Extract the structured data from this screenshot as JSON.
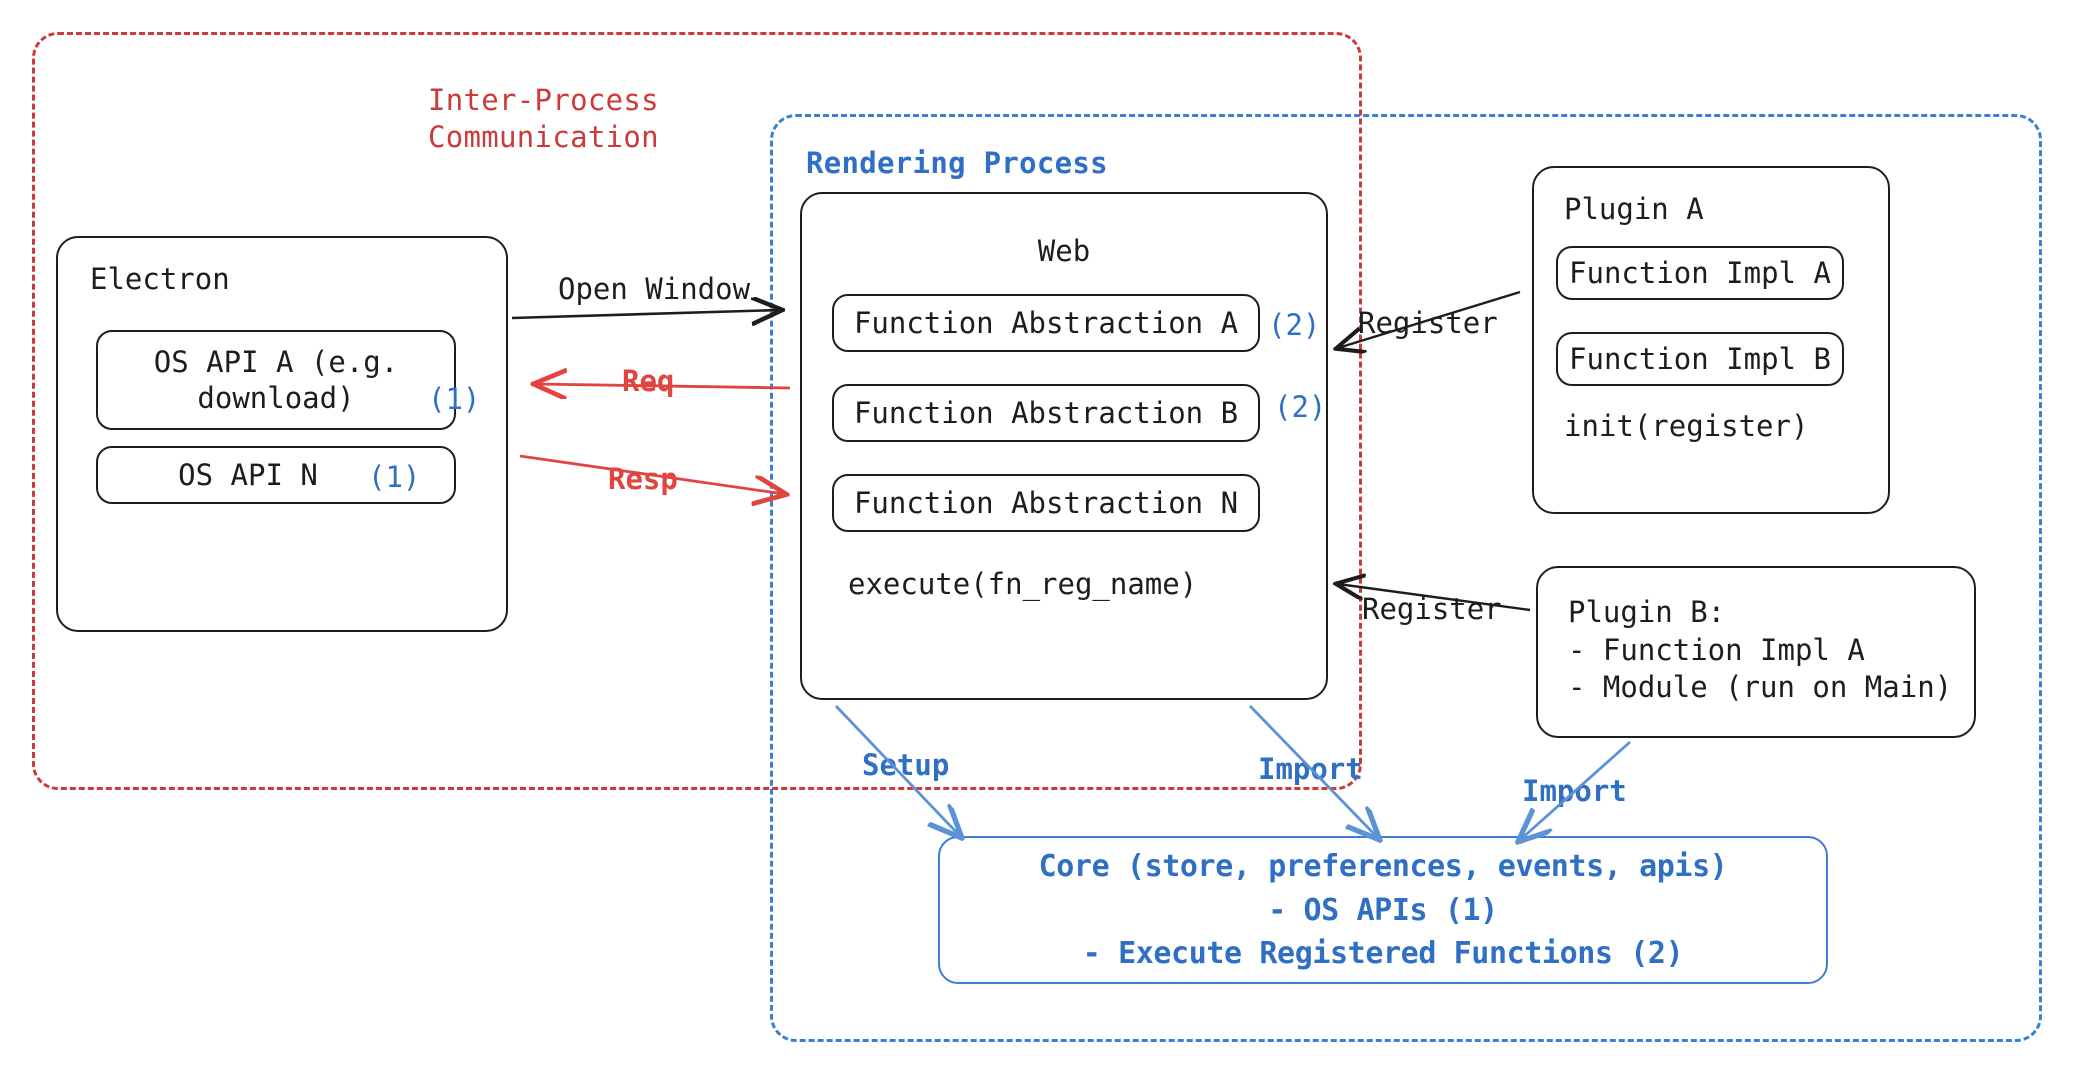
{
  "regions": {
    "ipc": {
      "label": "Inter-Process\nCommunication",
      "color": "#cc3b3b"
    },
    "render": {
      "label": "Rendering Process",
      "color": "#2f6fc4"
    }
  },
  "electron": {
    "title": "Electron",
    "apis": [
      {
        "label": "OS API A (e.g.\ndownload)",
        "badge": "(1)"
      },
      {
        "label": "OS API N",
        "badge": "(1)"
      }
    ]
  },
  "web": {
    "title": "Web",
    "abstractions": [
      {
        "label": "Function Abstraction A",
        "badge": "(2)"
      },
      {
        "label": "Function Abstraction B",
        "badge": "(2)"
      },
      {
        "label": "Function Abstraction N",
        "badge": ""
      }
    ],
    "execute": "execute(fn_reg_name)"
  },
  "plugin_a": {
    "title": "Plugin A",
    "items": [
      "Function Impl A",
      "Function Impl B"
    ],
    "init": "init(register)"
  },
  "plugin_b": {
    "lines": "Plugin B:\n- Function Impl A\n- Module (run on Main)"
  },
  "core": {
    "lines": "Core (store, preferences, events, apis)\n- OS APIs (1)\n- Execute Registered Functions (2)",
    "color": "#2f6fc4"
  },
  "edges": {
    "open_window": "Open Window",
    "req": "Req",
    "resp": "Resp",
    "register_a": "Register",
    "register_b": "Register",
    "setup": "Setup",
    "import_web": "Import",
    "import_plugin": "Import"
  },
  "colors": {
    "red": "#cc3b3b",
    "red_arrow": "#e0453f",
    "blue": "#3b7fd4",
    "blue_text": "#2f6fc4",
    "ink": "#1d1d1d"
  }
}
